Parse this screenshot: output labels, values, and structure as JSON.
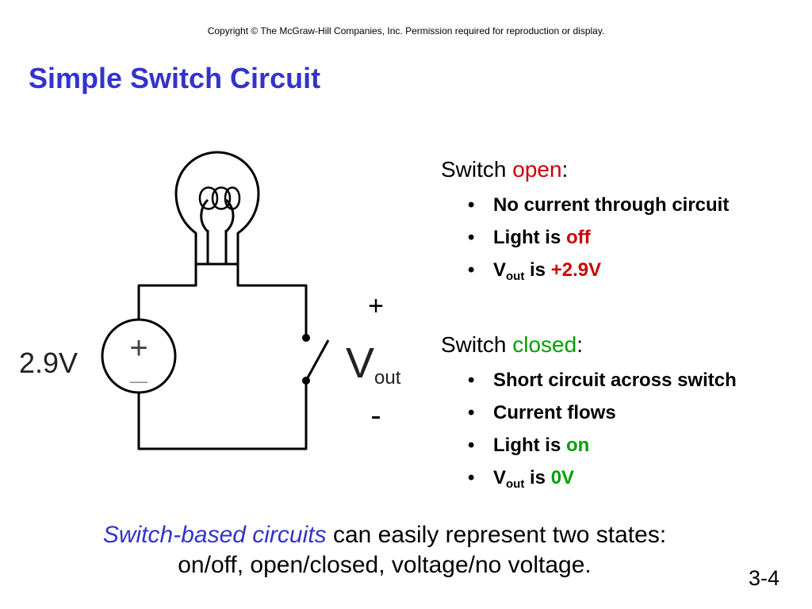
{
  "header": {
    "copyright": "Copyright © The McGraw-Hill Companies, Inc.  Permission required for reproduction or display."
  },
  "slide": {
    "title": "Simple Switch Circuit",
    "page_number": "3-4"
  },
  "diagram": {
    "source_label": "2.9V",
    "source_plus": "+",
    "source_minus": "—",
    "vout_plus": "+",
    "vout_minus": "-",
    "vout_main": "V",
    "vout_sub": "out"
  },
  "switch_open": {
    "heading": "Switch ",
    "state_word": "open",
    "colon": ":",
    "bullets": [
      {
        "text": "No current through circuit"
      },
      {
        "prefix": "Light is ",
        "highlight": "off"
      },
      {
        "prefix": "V",
        "sub": "out",
        "mid": " is ",
        "highlight": "+2.9V"
      }
    ]
  },
  "switch_closed": {
    "heading": "Switch ",
    "state_word": "closed",
    "colon": ":",
    "bullets": [
      {
        "text": "Short circuit across switch"
      },
      {
        "text": "Current flows"
      },
      {
        "prefix": "Light is ",
        "highlight": "on"
      },
      {
        "prefix": "V",
        "sub": "out",
        "mid": " is ",
        "highlight": "0V"
      }
    ]
  },
  "footer": {
    "emphasis": "Switch-based circuits",
    "line1_rest": " can easily represent two states:",
    "line2": "on/off, open/closed, voltage/no voltage."
  },
  "colors": {
    "title": "#3333cc",
    "open": "#cc0000",
    "closed": "#00a000",
    "emphasis": "#3333cc"
  },
  "icons": [
    "light-bulb-icon",
    "voltage-source-icon",
    "switch-icon"
  ]
}
